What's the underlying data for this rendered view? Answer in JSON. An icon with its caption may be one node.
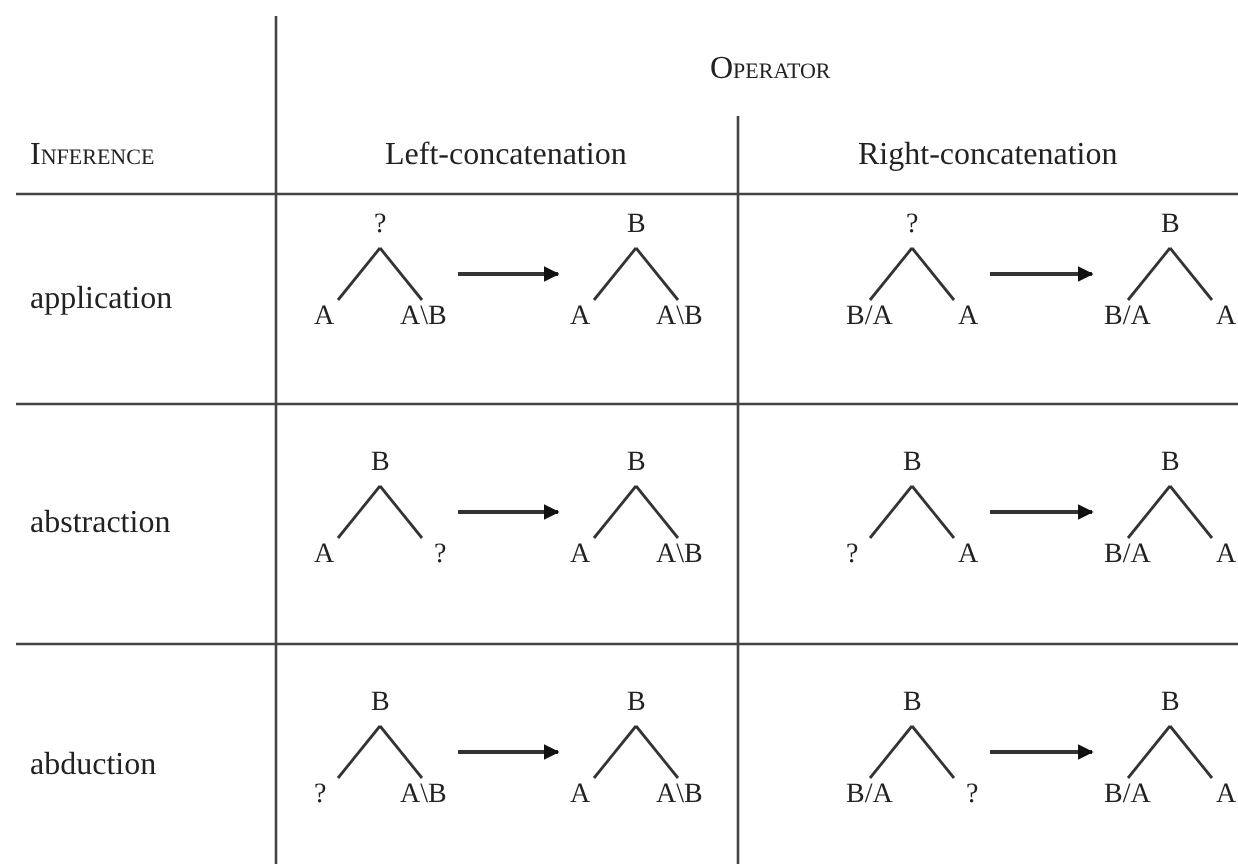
{
  "diagram": {
    "nodes": [
      {
        "text": [],
        "shape": "tree"
      },
      {
        "text": [
          "?"
        ],
        "in": 0
      },
      {
        "text": [
          "A"
        ],
        "in": 0
      },
      {
        "text": [
          "A\\B"
        ],
        "in": 0
      },
      {
        "text": [],
        "shape": "tree"
      },
      {
        "text": [
          "B"
        ],
        "in": 4
      },
      {
        "text": [
          "A"
        ],
        "in": 4
      },
      {
        "text": [
          "A\\B"
        ],
        "in": 4
      },
      {
        "text": [],
        "shape": "tree"
      },
      {
        "text": [
          "?"
        ],
        "in": 8
      },
      {
        "text": [
          "B/A"
        ],
        "in": 8
      },
      {
        "text": [
          "A"
        ],
        "in": 8
      },
      {
        "text": [],
        "shape": "tree"
      },
      {
        "text": [
          "B"
        ],
        "in": 12
      },
      {
        "text": [
          "B/A"
        ],
        "in": 12
      },
      {
        "text": [
          "A"
        ],
        "in": 12
      },
      {
        "text": [],
        "shape": "tree"
      },
      {
        "text": [
          "B"
        ],
        "in": 16
      },
      {
        "text": [
          "A"
        ],
        "in": 16
      },
      {
        "text": [
          "?"
        ],
        "in": 16
      },
      {
        "text": [],
        "shape": "tree"
      },
      {
        "text": [
          "B"
        ],
        "in": 20
      },
      {
        "text": [
          "A"
        ],
        "in": 20
      },
      {
        "text": [
          "A\\B"
        ],
        "in": 20
      },
      {
        "text": [],
        "shape": "tree"
      },
      {
        "text": [
          "B"
        ],
        "in": 24
      },
      {
        "text": [
          "?"
        ],
        "in": 24
      },
      {
        "text": [
          "A"
        ],
        "in": 24
      },
      {
        "text": [],
        "shape": "tree"
      },
      {
        "text": [
          "B"
        ],
        "in": 28
      },
      {
        "text": [
          "B/A"
        ],
        "in": 28
      },
      {
        "text": [
          "A"
        ],
        "in": 28
      },
      {
        "text": [],
        "shape": "tree"
      },
      {
        "text": [
          "B"
        ],
        "in": 32
      },
      {
        "text": [
          "?"
        ],
        "in": 32
      },
      {
        "text": [
          "A\\B"
        ],
        "in": 32
      },
      {
        "text": [],
        "shape": "tree"
      },
      {
        "text": [
          "B"
        ],
        "in": 36
      },
      {
        "text": [
          "A"
        ],
        "in": 36
      },
      {
        "text": [
          "A\\B"
        ],
        "in": 36
      },
      {
        "text": [],
        "shape": "tree"
      },
      {
        "text": [
          "B"
        ],
        "in": 40
      },
      {
        "text": [
          "B/A"
        ],
        "in": 40
      },
      {
        "text": [
          "?"
        ],
        "in": 40
      },
      {
        "text": [],
        "shape": "tree"
      },
      {
        "text": [
          "B"
        ],
        "in": 44
      },
      {
        "text": [
          "B/A"
        ],
        "in": 44
      },
      {
        "text": [
          "A"
        ],
        "in": 44
      }
    ],
    "edges": [
      {
        "from": 1,
        "to": 2,
        "arrow": "none"
      },
      {
        "from": 1,
        "to": 3,
        "arrow": "none"
      },
      {
        "from": 0,
        "to": 4,
        "arrow": "to"
      },
      {
        "from": 5,
        "to": 6,
        "arrow": "none"
      },
      {
        "from": 5,
        "to": 7,
        "arrow": "none"
      },
      {
        "from": 9,
        "to": 10,
        "arrow": "none"
      },
      {
        "from": 9,
        "to": 11,
        "arrow": "none"
      },
      {
        "from": 8,
        "to": 12,
        "arrow": "to"
      },
      {
        "from": 13,
        "to": 14,
        "arrow": "none"
      },
      {
        "from": 13,
        "to": 15,
        "arrow": "none"
      },
      {
        "from": 17,
        "to": 18,
        "arrow": "none"
      },
      {
        "from": 17,
        "to": 19,
        "arrow": "none"
      },
      {
        "from": 16,
        "to": 20,
        "arrow": "to"
      },
      {
        "from": 21,
        "to": 22,
        "arrow": "none"
      },
      {
        "from": 21,
        "to": 23,
        "arrow": "none"
      },
      {
        "from": 25,
        "to": 26,
        "arrow": "none"
      },
      {
        "from": 25,
        "to": 27,
        "arrow": "none"
      },
      {
        "from": 24,
        "to": 28,
        "arrow": "to"
      },
      {
        "from": 29,
        "to": 30,
        "arrow": "none"
      },
      {
        "from": 29,
        "to": 31,
        "arrow": "none"
      },
      {
        "from": 33,
        "to": 34,
        "arrow": "none"
      },
      {
        "from": 33,
        "to": 35,
        "arrow": "none"
      },
      {
        "from": 32,
        "to": 36,
        "arrow": "to"
      },
      {
        "from": 37,
        "to": 38,
        "arrow": "none"
      },
      {
        "from": 37,
        "to": 39,
        "arrow": "none"
      },
      {
        "from": 41,
        "to": 42,
        "arrow": "none"
      },
      {
        "from": 41,
        "to": 43,
        "arrow": "none"
      },
      {
        "from": 40,
        "to": 44,
        "arrow": "to"
      },
      {
        "from": 45,
        "to": 46,
        "arrow": "none"
      },
      {
        "from": 45,
        "to": 47,
        "arrow": "none"
      }
    ],
    "labels": [
      "Operator",
      "Inference",
      "Left-concatenation",
      "Right-concatenation",
      "application",
      "abstraction",
      "abduction"
    ]
  }
}
